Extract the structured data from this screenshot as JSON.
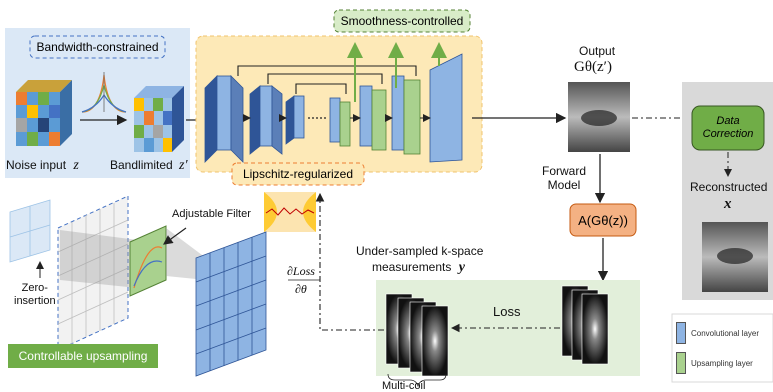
{
  "labels": {
    "bandwidth": "Bandwidth-constrained",
    "smoothness": "Smoothness-controlled",
    "lipschitz": "Lipschitz-regularized",
    "noise_input": "Noise input",
    "noise_var": "z",
    "bandlimited": "Bandlimited",
    "bandlimited_var": "z′",
    "output_title": "Output",
    "output_formula": "Gθ(z′)",
    "forward_model": "Forward\nModel",
    "forward_formula": "A(Gθ(z))",
    "data_correction": "Data\nCorrection",
    "reconstructed": "Reconstructed",
    "reconstructed_var": "x",
    "undersampled": "Under-sampled k-space",
    "measurements": "measurements",
    "measurements_var": "y",
    "loss": "Loss",
    "multicoil": "Multi-coil",
    "dloss_num": "∂Loss",
    "dloss_den": "∂θ",
    "adjustable_filter": "Adjustable Filter",
    "zero_insertion": "Zero-\ninsertion",
    "controllable_upsampling": "Controllable upsampling"
  },
  "legend": [
    {
      "label": "Convolutional layer",
      "color": "#8eb4e3"
    },
    {
      "label": "Upsampling layer",
      "color": "#a9d18e"
    }
  ],
  "colors": {
    "blue_dash": "#4472c4",
    "green_dash": "#548235",
    "yellow_panel": "#fde9b7",
    "forward_box": "#f4b183",
    "data_correction_box": "#70ad47",
    "upsampling_badge": "#70ad47",
    "gray_panel": "#d9d9d9",
    "kspace_panel": "#e2efda"
  }
}
